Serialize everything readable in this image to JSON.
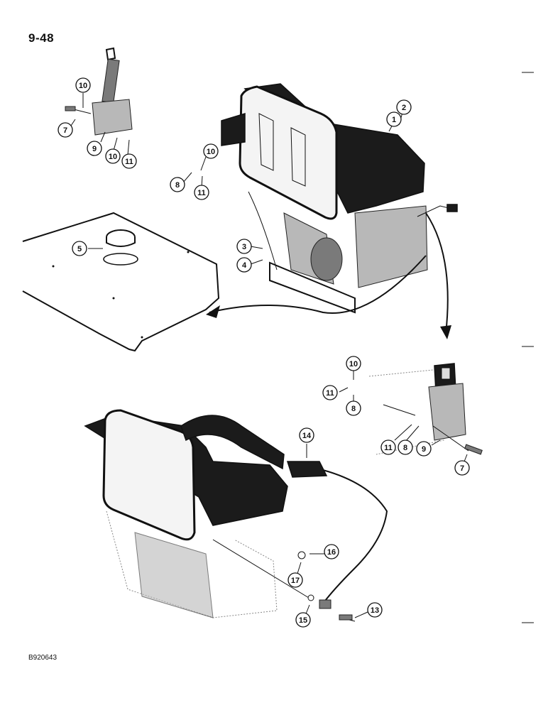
{
  "page": {
    "number": "9-48",
    "figure_code": "B920643"
  },
  "callouts": [
    "1",
    "2",
    "3",
    "4",
    "5",
    "7",
    "8",
    "9",
    "10",
    "11",
    "13",
    "14",
    "15",
    "16",
    "17"
  ]
}
